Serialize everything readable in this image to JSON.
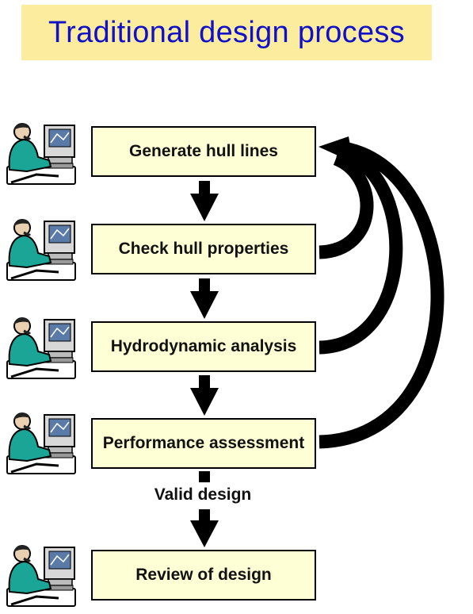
{
  "title": "Traditional design process",
  "steps": [
    {
      "label": "Generate hull lines"
    },
    {
      "label": "Check hull properties"
    },
    {
      "label": "Hydrodynamic analysis"
    },
    {
      "label": "Performance assessment"
    },
    {
      "label": "Review of design"
    }
  ],
  "valid_label": "Valid design",
  "icon_name": "designer-at-computer-icon",
  "colors": {
    "title_background": "#fcec9e",
    "title_text": "#1010c8",
    "box_fill": "#ffffd6",
    "arrow": "#000000"
  }
}
